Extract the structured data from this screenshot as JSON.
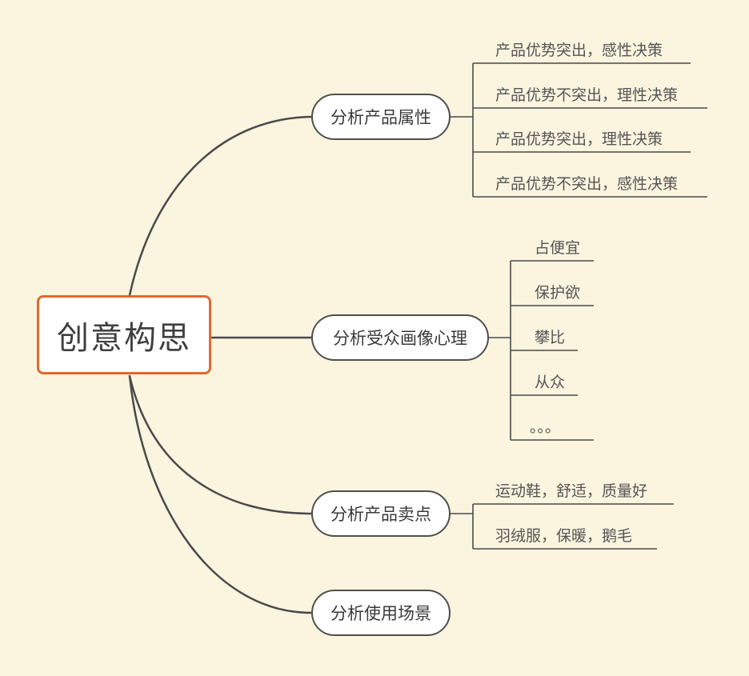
{
  "root": {
    "label": "创意构思"
  },
  "branches": [
    {
      "label": "分析产品属性",
      "children": [
        "产品优势突出，感性决策",
        "产品优势不突出，理性决策",
        "产品优势突出，理性决策",
        "产品优势不突出，感性决策"
      ]
    },
    {
      "label": "分析受众画像心理",
      "children": [
        "占便宜",
        "保护欲",
        "攀比",
        "从众",
        "。。。"
      ]
    },
    {
      "label": "分析产品卖点",
      "children": [
        "运动鞋，舒适，质量好",
        "羽绒服，保暖，鹅毛"
      ]
    },
    {
      "label": "分析使用场景",
      "children": []
    }
  ],
  "colors": {
    "background": "#fbf4df",
    "root_border": "#e06a2c",
    "line": "#4a4a4a"
  }
}
